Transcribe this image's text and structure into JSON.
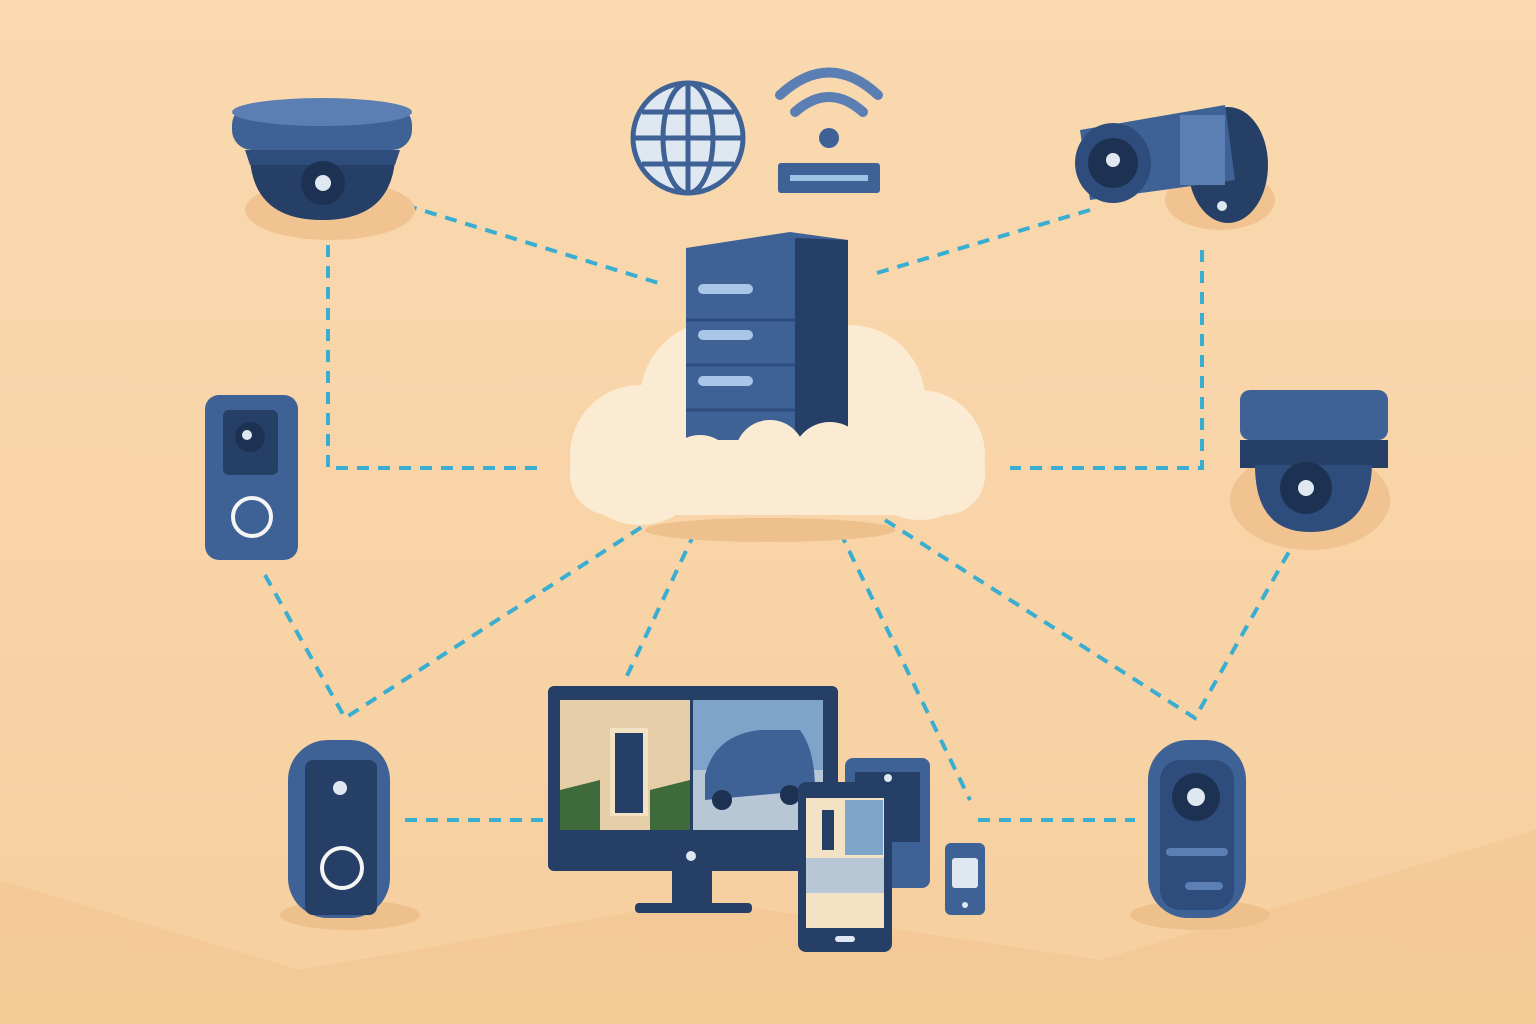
{
  "colors": {
    "background": "#f9d5aa",
    "background_shade": "#f3c896",
    "device_blue": "#3f6296",
    "device_dark": "#263f66",
    "device_light": "#5b7fb3",
    "connection_line": "#3aaed0",
    "cloud": "#fcebd3",
    "screen_accent": "#e8eef6"
  },
  "nodes": [
    {
      "id": "globe",
      "icon": "globe-icon"
    },
    {
      "id": "router",
      "icon": "wifi-router-icon"
    },
    {
      "id": "server",
      "icon": "server-cloud-icon"
    },
    {
      "id": "dome-camera-top-left",
      "icon": "dome-camera-icon"
    },
    {
      "id": "bullet-camera-top-right",
      "icon": "bullet-camera-icon"
    },
    {
      "id": "doorbell-left",
      "icon": "video-doorbell-icon"
    },
    {
      "id": "ptz-camera-right",
      "icon": "ptz-camera-icon"
    },
    {
      "id": "doorbell-bottom-left",
      "icon": "video-doorbell-icon"
    },
    {
      "id": "monitor",
      "icon": "monitor-icon"
    },
    {
      "id": "tablet",
      "icon": "tablet-icon"
    },
    {
      "id": "phone",
      "icon": "smartphone-icon"
    },
    {
      "id": "keyfob",
      "icon": "remote-icon"
    },
    {
      "id": "intercom-bottom-right",
      "icon": "intercom-camera-icon"
    }
  ]
}
